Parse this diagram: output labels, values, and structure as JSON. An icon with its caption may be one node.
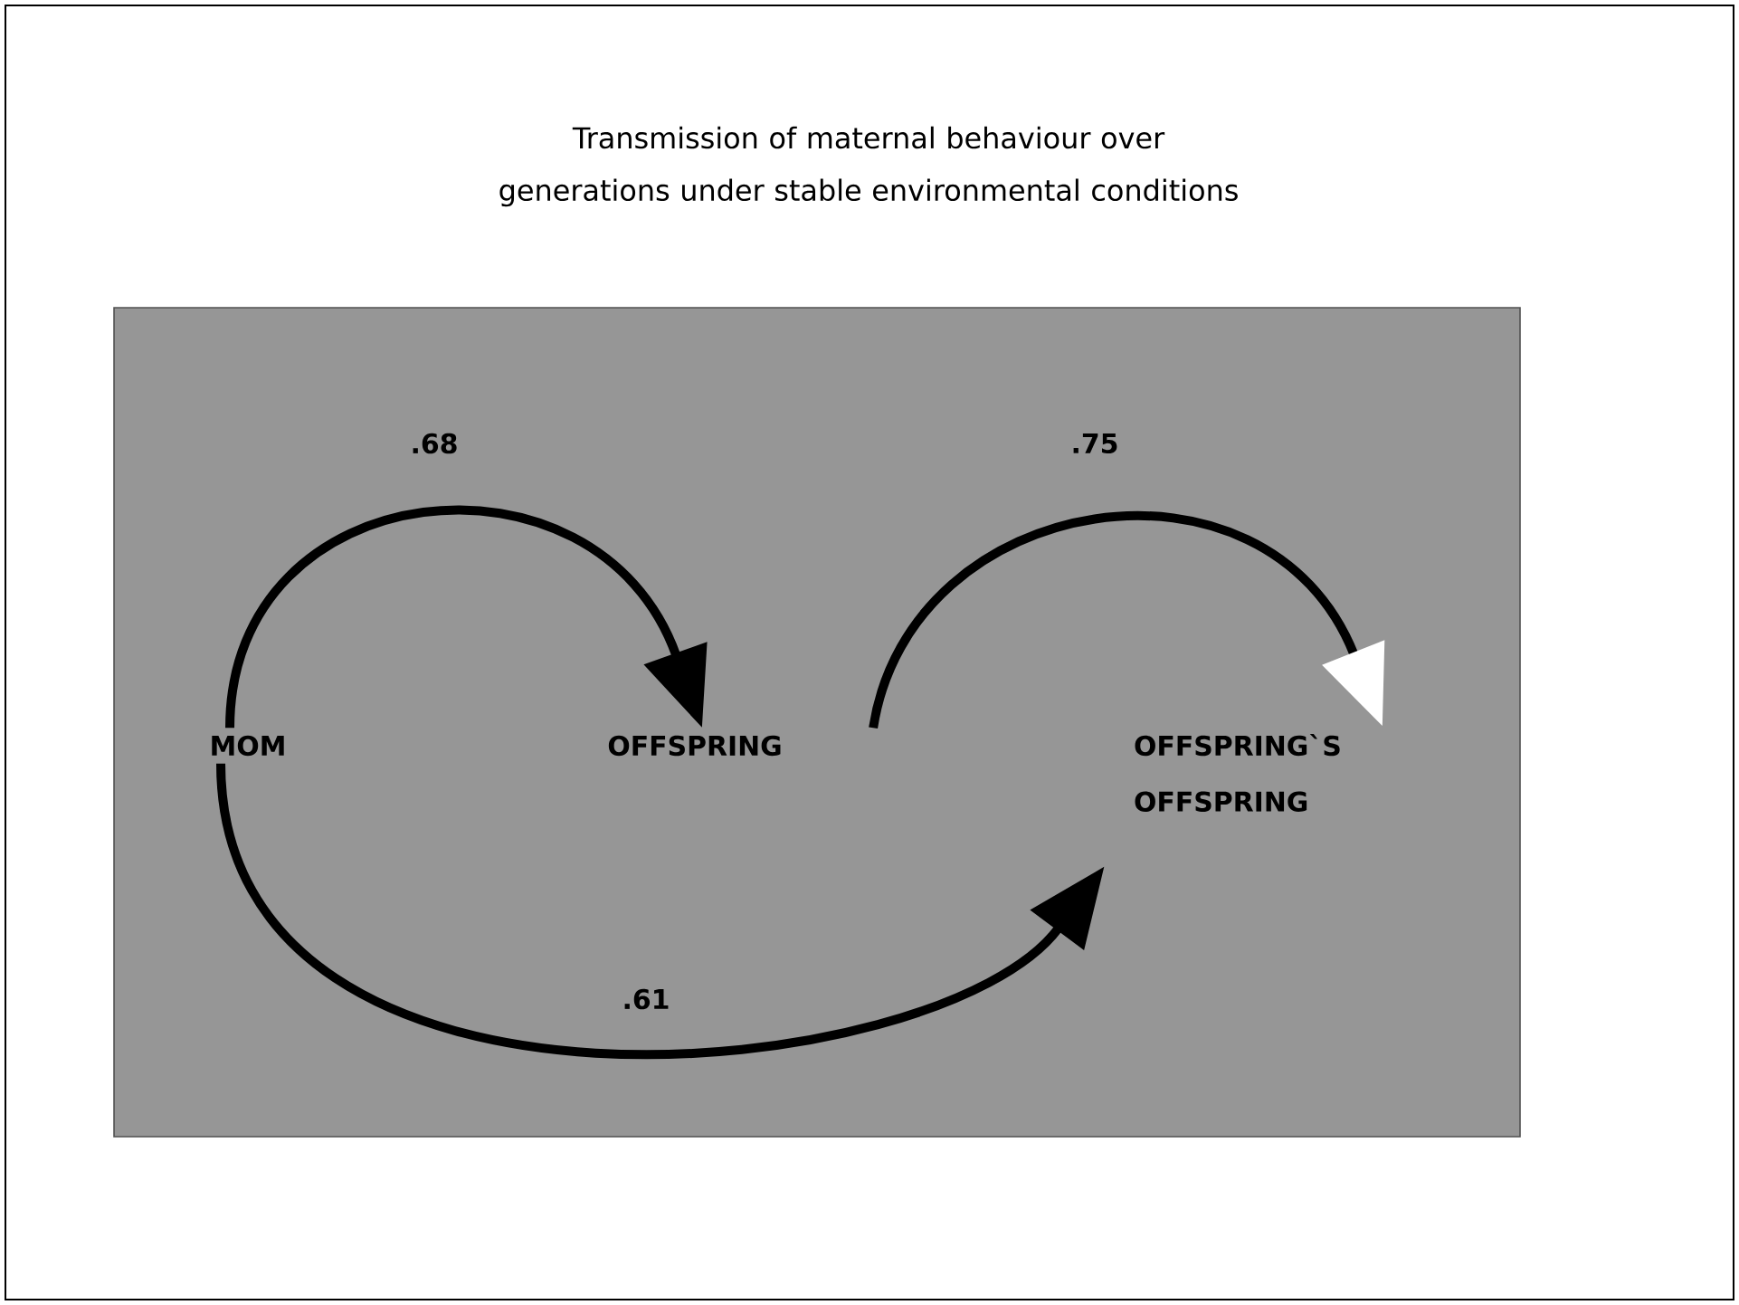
{
  "diagram": {
    "title": "Transmission of maternal behaviour over generations under stable environmental conditions",
    "nodes": [
      {
        "text": [
          "MOM"
        ]
      },
      {
        "text": [
          "OFFSPRING"
        ]
      },
      {
        "text": [
          "OFFSPRING`S OFFSPRING"
        ]
      }
    ],
    "edges": [
      {
        "from": 0,
        "to": 1,
        "arrow": "to",
        "label": ".68"
      },
      {
        "from": 1,
        "to": 2,
        "arrow": "to",
        "label": ".75"
      },
      {
        "from": 0,
        "to": 2,
        "arrow": "to",
        "label": ".61"
      }
    ]
  }
}
